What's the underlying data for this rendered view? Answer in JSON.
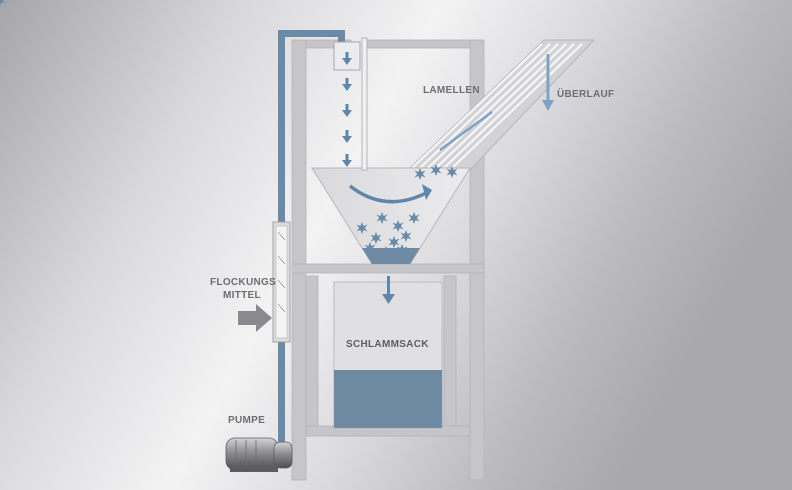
{
  "labels": {
    "lamellen": "LAMELLEN",
    "ueberlauf": "ÜBERLAUF",
    "flockungs_line1": "FLOCKUNGS",
    "flockungs_line2": "MITTEL",
    "schlammsack": "SCHLAMMSACK",
    "pumpe": "PUMPE"
  },
  "colors": {
    "pipe_blue": "#6a8aa7",
    "light_blue": "#7da3c9",
    "sludge": "#6f8ba3",
    "frame": "#c5c5c9",
    "arrow": "#5f87ab"
  }
}
